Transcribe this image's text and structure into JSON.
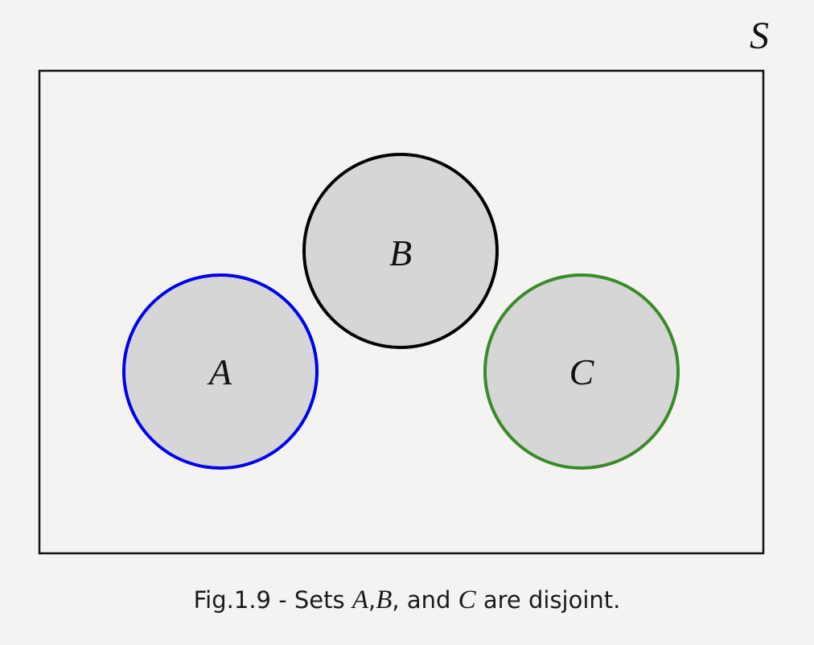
{
  "universe": {
    "label": "S",
    "border_color": "#111111"
  },
  "sets": [
    {
      "id": "A",
      "label": "A",
      "stroke_color": "#0000ee",
      "fill_color": "#d6d6d6"
    },
    {
      "id": "B",
      "label": "B",
      "stroke_color": "#000000",
      "fill_color": "#d6d6d6"
    },
    {
      "id": "C",
      "label": "C",
      "stroke_color": "#3a8a2a",
      "fill_color": "#d6d6d6"
    }
  ],
  "caption": {
    "prefix": "Fig.1.9 - Sets ",
    "set_a": "A",
    "sep1": ",",
    "set_b": "B",
    "sep2": ", and ",
    "set_c": "C",
    "suffix": " are disjoint."
  },
  "colors": {
    "background": "#f4f3f2",
    "universe_fill": "#f4f3f2"
  }
}
